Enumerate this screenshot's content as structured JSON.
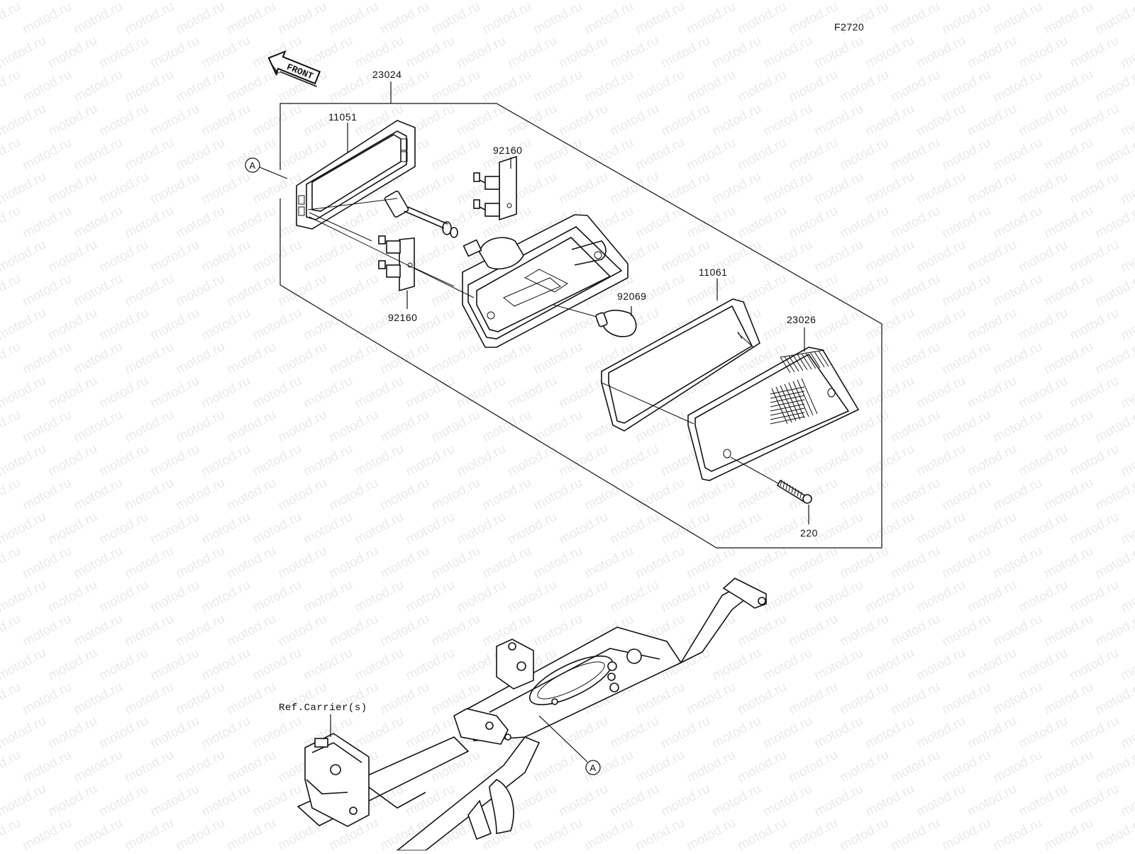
{
  "diagram": {
    "figure_code": "F2720",
    "front_arrow_label": "FRONT",
    "reference_marker": "A",
    "ref_label": "Ref.Carrier(s)",
    "watermark": "motod.ru",
    "parts": {
      "assembly": "23024",
      "bracket": "11051",
      "socket_top": "92160",
      "socket_bottom": "92160",
      "bulb": "92069",
      "gasket": "11061",
      "lens": "23026",
      "screw": "220"
    }
  }
}
